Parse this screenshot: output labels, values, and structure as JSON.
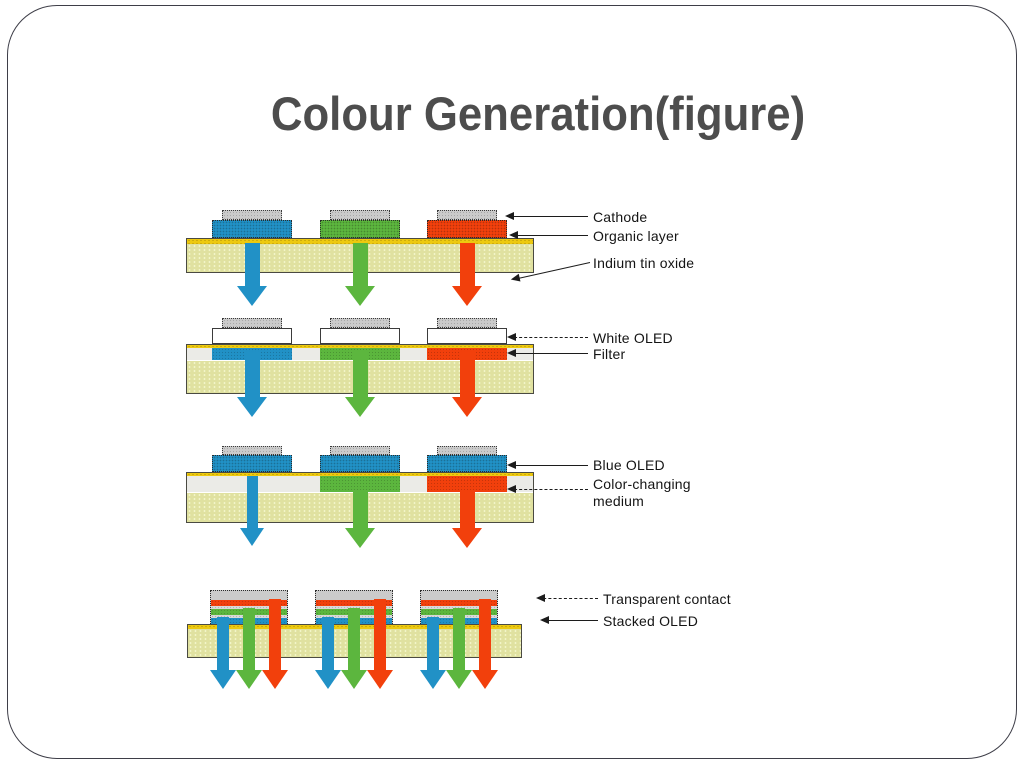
{
  "slide": {
    "title": "Colour Generation(figure)"
  },
  "figure": {
    "description": "Four cross-section diagrams of OLED colour generation methods, each emitting blue, green and red light arrows downward through an indium-tin-oxide coated substrate",
    "colors": {
      "blue_emitter": "#2191C6",
      "green_emitter": "#5CB63E",
      "red_emitter": "#F2400C",
      "ito_gold": "#EDC90F",
      "substrate_khaki": "#E0E1A0",
      "filter_band_gray": "#EBEBE7",
      "cathode_gray": "#CBCBCB",
      "outline": "#3E3E48",
      "title_gray": "#4D4D4D"
    },
    "diagram1_side_by_side": {
      "cathode": "Cathode",
      "organic_layer": "Organic layer",
      "indium_tin_oxide": "Indium tin oxide"
    },
    "diagram2_white_filter": {
      "white_oled": "White OLED",
      "filter": "Filter"
    },
    "diagram3_color_changing": {
      "blue_oled": "Blue OLED",
      "color_changing_medium": "Color-changing medium"
    },
    "diagram4_stacked": {
      "transparent_contact": "Transparent contact",
      "stacked_oled": "Stacked OLED"
    }
  }
}
